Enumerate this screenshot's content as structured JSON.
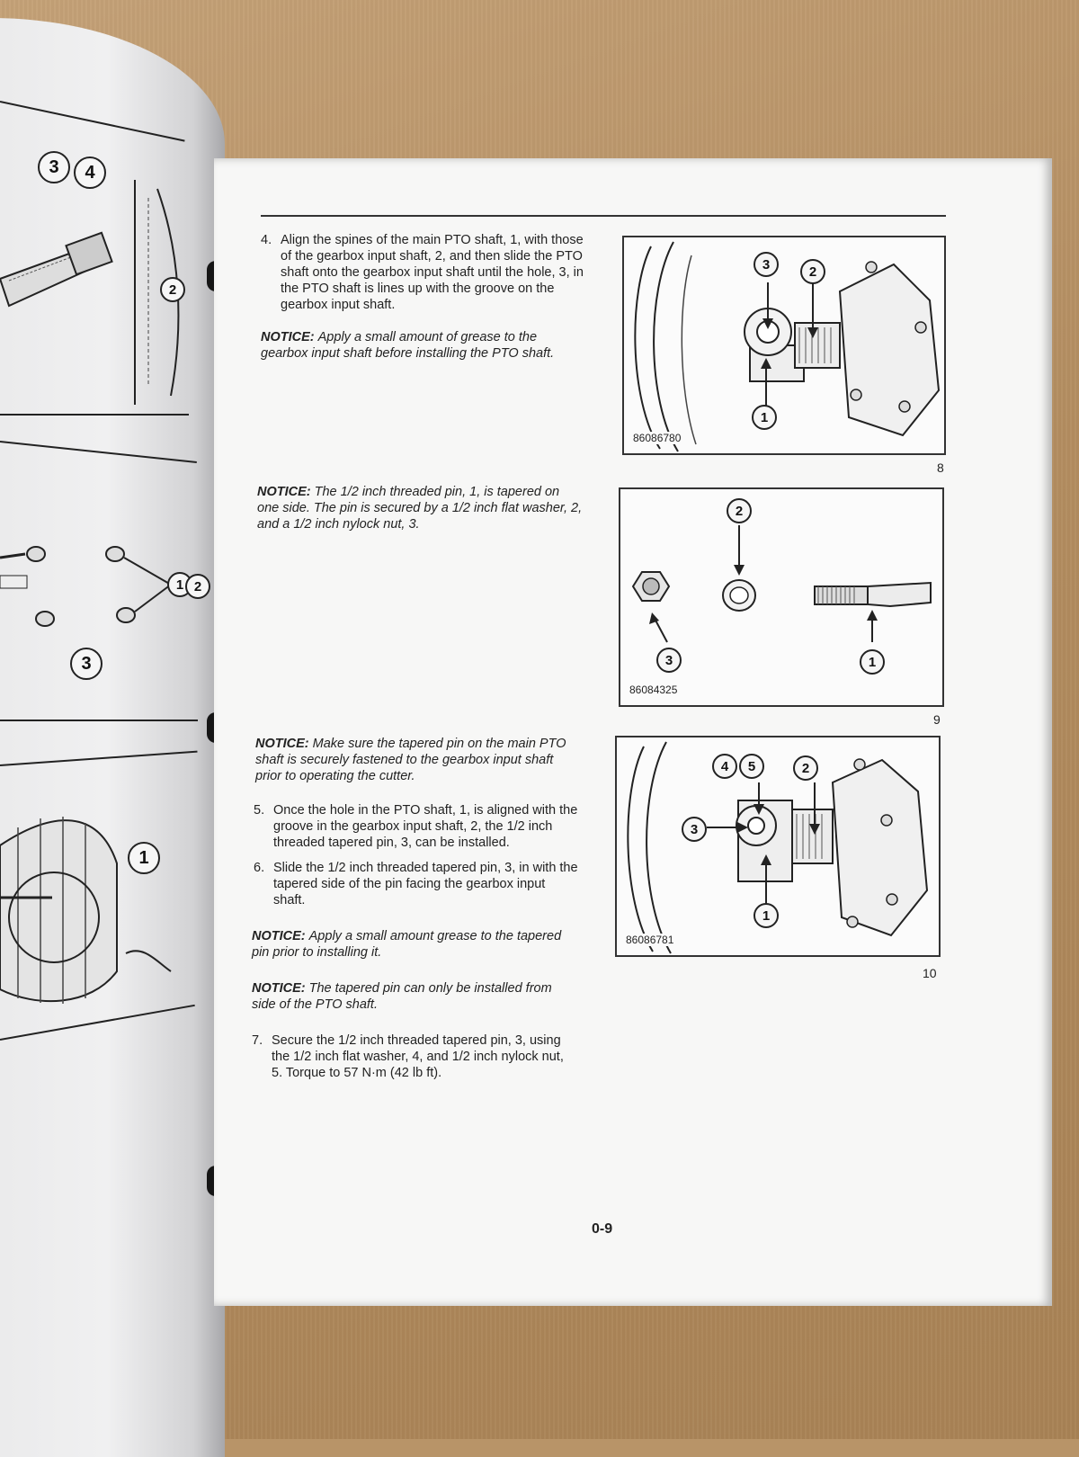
{
  "left_page": {
    "callouts": [
      "3",
      "4",
      "2",
      "1",
      "2",
      "3",
      "1"
    ]
  },
  "right_page": {
    "step_4": {
      "num": "4.",
      "text": "Align the spines of the main PTO shaft, 1, with those of the gearbox input shaft, 2, and then slide the PTO shaft onto the gearbox input shaft until the hole, 3, in the PTO shaft is lines up with the groove on the gearbox input shaft."
    },
    "notice_1": {
      "head": "NOTICE:",
      "text": "Apply a small amount of grease to the gearbox input shaft before installing the PTO shaft."
    },
    "notice_2": {
      "head": "NOTICE:",
      "text": "The 1/2 inch threaded pin, 1, is tapered on one side. The pin is secured by a 1/2 inch flat washer, 2, and a 1/2 inch nylock nut, 3."
    },
    "notice_3": {
      "head": "NOTICE:",
      "text": "Make sure the tapered pin on the main PTO shaft is securely fastened to the gearbox input shaft prior to operating the cutter."
    },
    "step_5": {
      "num": "5.",
      "text": "Once the hole in the PTO shaft, 1, is aligned with the groove in the gearbox input shaft, 2, the 1/2 inch threaded tapered pin, 3, can be installed."
    },
    "step_6": {
      "num": "6.",
      "text": "Slide the 1/2 inch threaded tapered pin, 3, in with the tapered side of the pin facing the gearbox input shaft."
    },
    "notice_4": {
      "head": "NOTICE:",
      "text": "Apply a small amount grease to the tapered pin prior to installing it."
    },
    "notice_5": {
      "head": "NOTICE:",
      "text": "The tapered pin can only be installed from side of the PTO shaft."
    },
    "step_7": {
      "num": "7.",
      "text": "Secure the 1/2 inch threaded tapered pin, 3, using the 1/2 inch flat washer, 4, and 1/2 inch nylock nut, 5. Torque to 57 N·m (42 lb ft)."
    },
    "figures": [
      {
        "id": "86086780",
        "number": "8",
        "callouts": [
          "3",
          "2",
          "1"
        ]
      },
      {
        "id": "86084325",
        "number": "9",
        "callouts": [
          "2",
          "3",
          "1"
        ]
      },
      {
        "id": "86086781",
        "number": "10",
        "callouts": [
          "4",
          "5",
          "2",
          "3",
          "1"
        ]
      }
    ],
    "page_number": "0-9"
  }
}
